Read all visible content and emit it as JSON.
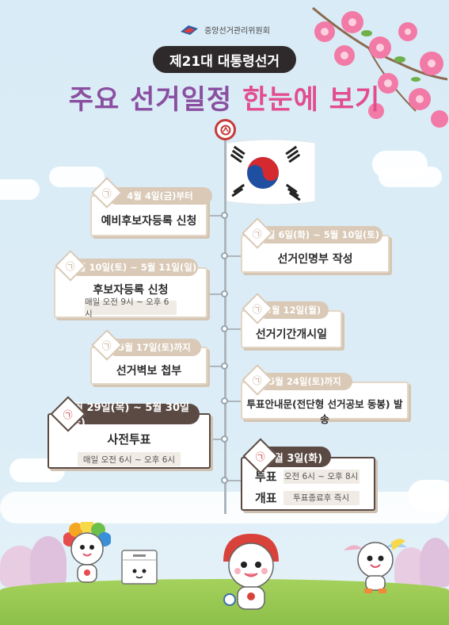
{
  "header": {
    "org_name": "중앙선거관리위원회",
    "pill_title": "제21대 대통령선거",
    "title_part1": "주요 선거일정",
    "title_part2": "한눈에 보기"
  },
  "colors": {
    "background": "#d9ebf6",
    "title_purple": "#8a4fa0",
    "title_pink": "#e24d8d",
    "tag_light": "#d9c9b6",
    "tag_dark": "#5b4a43",
    "card_border": "#e3d6c6"
  },
  "icons": {
    "stamp": "㉠"
  },
  "events": [
    {
      "date": "4월 4일(금)부터",
      "title": "예비후보자등록 신청"
    },
    {
      "date": "5월 6일(화) ~ 5월 10일(토)",
      "title": "선거인명부 작성"
    },
    {
      "date": "5월 10일(토) ~ 5월 11일(일)",
      "title": "후보자등록 신청",
      "sub": "매일 오전 9시 ~ 오후 6시"
    },
    {
      "date": "5월 12일(월)",
      "title": "선거기간개시일"
    },
    {
      "date": "5월 17일(토)까지",
      "title": "선거벽보 첩부"
    },
    {
      "date": "5월 24일(토)까지",
      "title": "투표안내문(전단형 선거공보 동봉) 발송"
    },
    {
      "date": "5월 29일(목) ~ 5월 30일(금)",
      "title": "사전투표",
      "sub": "매일 오전 6시 ~ 오후 6시"
    },
    {
      "date": "6월 3일(화)",
      "vote_label": "투표",
      "vote_time": "오전 6시 ~ 오후 8시",
      "count_label": "개표",
      "count_time": "투표종료후 즉시"
    }
  ]
}
